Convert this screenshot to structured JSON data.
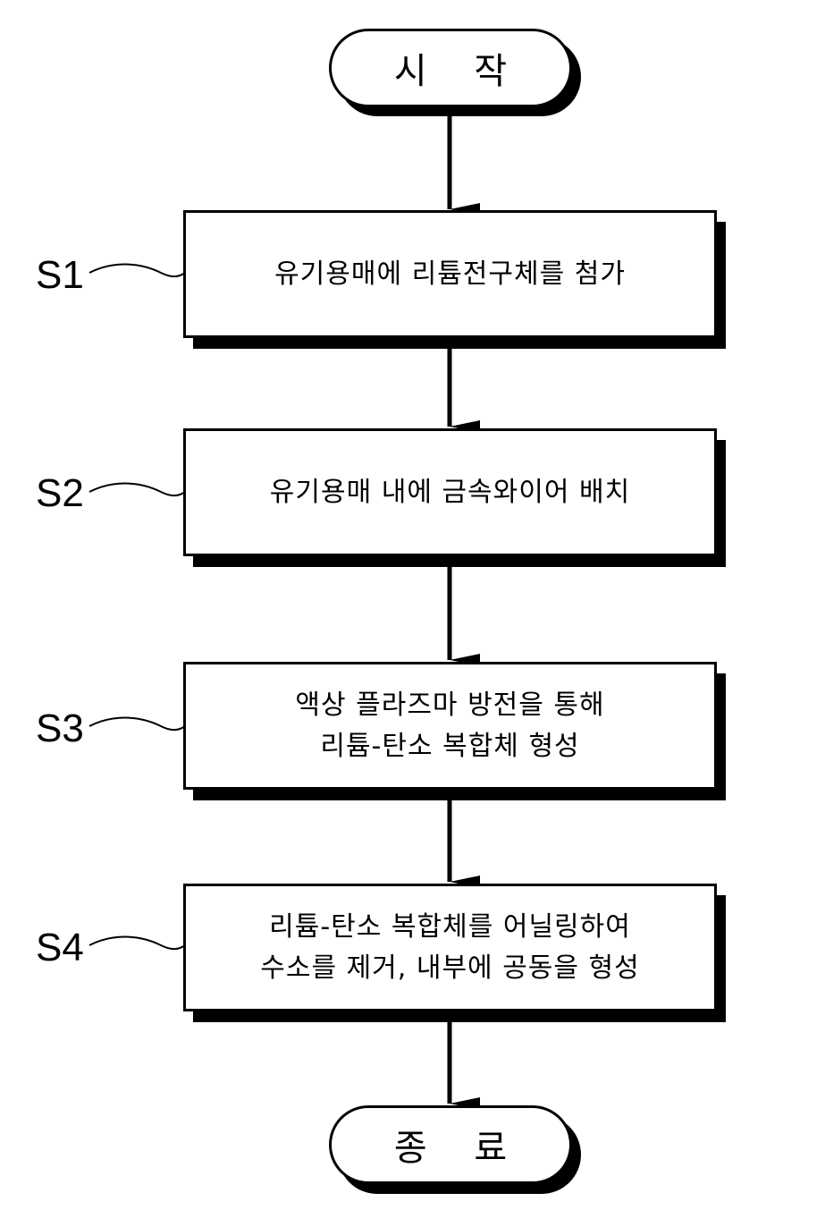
{
  "start": "시 작",
  "end": "종 료",
  "steps": [
    {
      "id": "S1",
      "lines": [
        "유기용매에 리튬전구체를 첨가"
      ]
    },
    {
      "id": "S2",
      "lines": [
        "유기용매 내에 금속와이어 배치"
      ]
    },
    {
      "id": "S3",
      "lines": [
        "액상 플라즈마 방전을 통해",
        "리튬-탄소 복합체 형성"
      ]
    },
    {
      "id": "S4",
      "lines": [
        "리튬-탄소 복합체를 어닐링하여",
        "수소를 제거, 내부에 공동을 형성"
      ]
    }
  ]
}
